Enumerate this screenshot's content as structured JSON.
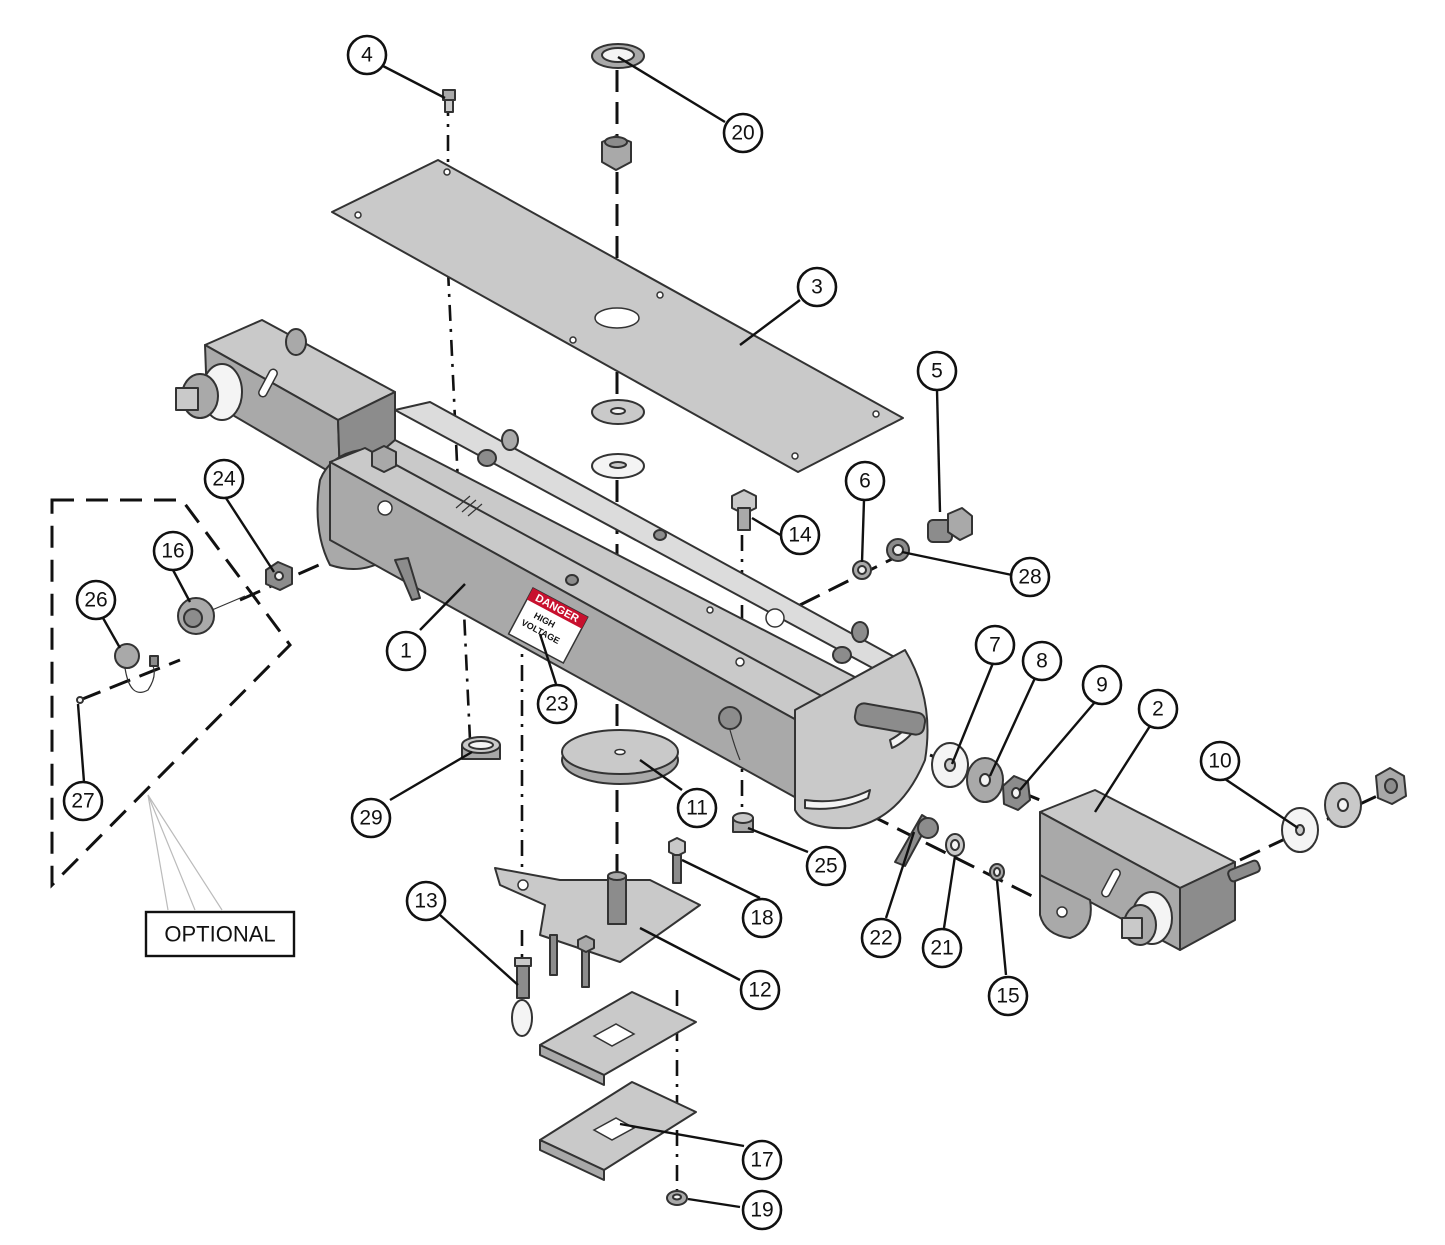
{
  "callouts": [
    {
      "id": "1",
      "label": "1"
    },
    {
      "id": "2",
      "label": "2"
    },
    {
      "id": "3",
      "label": "3"
    },
    {
      "id": "4",
      "label": "4"
    },
    {
      "id": "5",
      "label": "5"
    },
    {
      "id": "6",
      "label": "6"
    },
    {
      "id": "7",
      "label": "7"
    },
    {
      "id": "8",
      "label": "8"
    },
    {
      "id": "9",
      "label": "9"
    },
    {
      "id": "10",
      "label": "10"
    },
    {
      "id": "11",
      "label": "11"
    },
    {
      "id": "12",
      "label": "12"
    },
    {
      "id": "13",
      "label": "13"
    },
    {
      "id": "14",
      "label": "14"
    },
    {
      "id": "15",
      "label": "15"
    },
    {
      "id": "16",
      "label": "16"
    },
    {
      "id": "17",
      "label": "17"
    },
    {
      "id": "18",
      "label": "18"
    },
    {
      "id": "19",
      "label": "19"
    },
    {
      "id": "20",
      "label": "20"
    },
    {
      "id": "21",
      "label": "21"
    },
    {
      "id": "22",
      "label": "22"
    },
    {
      "id": "23",
      "label": "23"
    },
    {
      "id": "24",
      "label": "24"
    },
    {
      "id": "25",
      "label": "25"
    },
    {
      "id": "26",
      "label": "26"
    },
    {
      "id": "27",
      "label": "27"
    },
    {
      "id": "28",
      "label": "28"
    },
    {
      "id": "29",
      "label": "29"
    }
  ],
  "optional_label": "OPTIONAL",
  "decal": {
    "title": "DANGER",
    "line1": "HIGH",
    "line2": "VOLTAGE"
  },
  "colors": {
    "metal_light": "#c9c9c9",
    "metal_mid": "#a9a9a9",
    "metal_dark": "#8c8c8c",
    "decal_red": "#c8102e",
    "line": "#111111"
  }
}
